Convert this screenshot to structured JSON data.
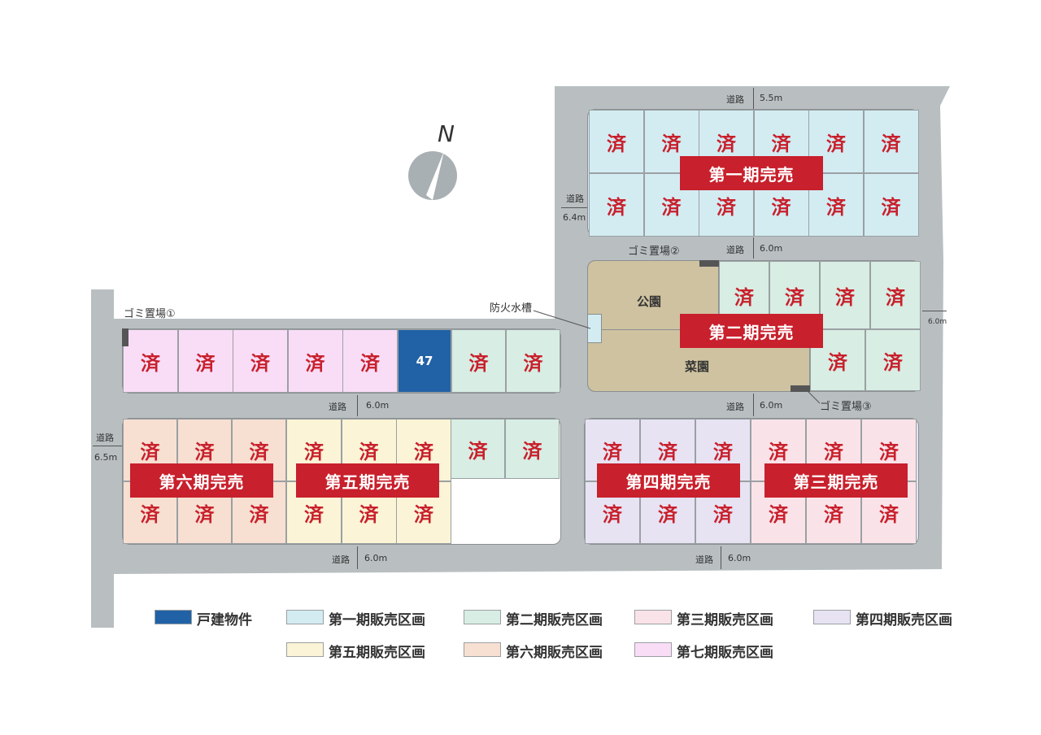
{
  "compass": {
    "label": "N"
  },
  "colors": {
    "house": "#2162a6",
    "phase1": "#d3ecf2",
    "phase2": "#d8ede3",
    "phase3": "#fae3e8",
    "phase4": "#e7e3f3",
    "phase5": "#fbf4d6",
    "phase6": "#f7dfd1",
    "phase7": "#f9ddf7",
    "sold": "#c8202c",
    "road": "#b9bfc1",
    "park": "#cfc2a0"
  },
  "sold_mark": "済",
  "house_lot_number": "47",
  "banners": {
    "phase1": "第一期完売",
    "phase2": "第二期完売",
    "phase3": "第三期完売",
    "phase4": "第四期完売",
    "phase5": "第五期完売",
    "phase6": "第六期完売"
  },
  "places": {
    "park": "公園",
    "garden": "菜園",
    "fire_tank": "防火水槽"
  },
  "trash": {
    "t1": "ゴミ置場①",
    "t2": "ゴミ置場②",
    "t3": "ゴミ置場③"
  },
  "roads": {
    "word": "道路",
    "top": "5.5m",
    "left_top": "6.4m",
    "mid_top": "6.0m",
    "right": "6.0m",
    "mid_left": "6.0m",
    "mid_right": "6.0m",
    "bottom_left": "6.0m",
    "bottom_right": "6.0m",
    "far_left": "6.5m"
  },
  "legend": [
    {
      "label": "戸建物件",
      "color": "#2162a6"
    },
    {
      "label": "第一期販売区画",
      "color": "#d3ecf2"
    },
    {
      "label": "第二期販売区画",
      "color": "#d8ede3"
    },
    {
      "label": "第三期販売区画",
      "color": "#fae3e8"
    },
    {
      "label": "第四期販売区画",
      "color": "#e7e3f3"
    },
    {
      "label": "第五期販売区画",
      "color": "#fbf4d6"
    },
    {
      "label": "第六期販売区画",
      "color": "#f7dfd1"
    },
    {
      "label": "第七期販売区画",
      "color": "#f9ddf7"
    }
  ]
}
